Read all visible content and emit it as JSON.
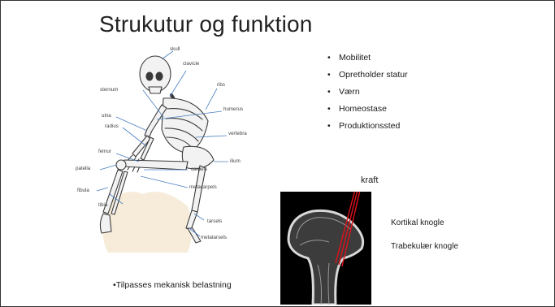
{
  "slide": {
    "title": "Strukutur og funktion",
    "bullets": [
      "Mobilitet",
      "Opretholder statur",
      "Værn",
      "Homeostase",
      "Produktionssted"
    ],
    "bullet_symbol": "•",
    "bottom_note": "•Tilpasses mekanisk belastning"
  },
  "skeleton": {
    "labels": {
      "skull": "skull",
      "clavicle": "clavicle",
      "sternum": "sternum",
      "ribs": "ribs",
      "humerus": "humerus",
      "ulna": "ulna",
      "radius": "radius",
      "vertebra": "vertebra",
      "femur": "femur",
      "ilium": "ilium",
      "patella": "patella",
      "carpels": "carpels",
      "metacarpels": "metacarpels",
      "fibula": "fibula",
      "tibia": "tibia",
      "tarsels": "tarsels",
      "metatarsels": "metatarsels"
    },
    "colors": {
      "bone": "#f2f2f2",
      "outline": "#3a3a3a",
      "pointer": "#4a7fc0",
      "rock": "#f6ecd9"
    }
  },
  "xray": {
    "kraft_label": "kraft",
    "cortical_label": "Kortikal knogle",
    "trabecular_label": "Trabekulær knogle",
    "colors": {
      "background": "#000000",
      "force_lines": "#e0121a"
    }
  }
}
